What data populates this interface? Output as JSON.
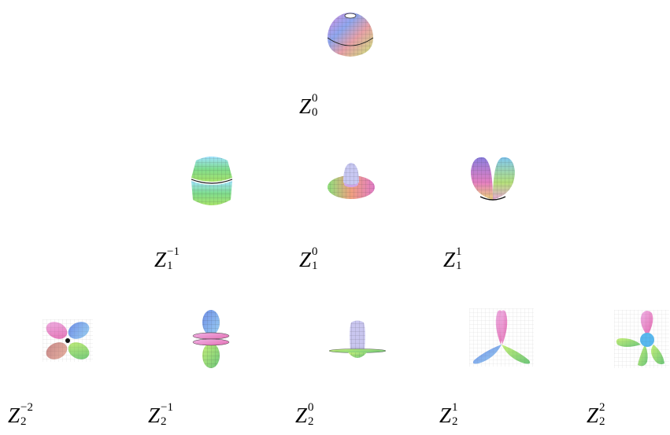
{
  "rows": [
    {
      "degree": "0",
      "items": [
        {
          "letter": "Z",
          "sup": "0",
          "sub": "0",
          "icon": "spherical-harmonic-dome-icon"
        }
      ]
    },
    {
      "degree": "1",
      "items": [
        {
          "letter": "Z",
          "sup": "−1",
          "sub": "1",
          "icon": "spherical-harmonic-split-cylinder-icon"
        },
        {
          "letter": "Z",
          "sup": "0",
          "sub": "1",
          "icon": "spherical-harmonic-disc-with-knob-icon"
        },
        {
          "letter": "Z",
          "sup": "1",
          "sub": "1",
          "icon": "spherical-harmonic-two-lobes-icon"
        }
      ]
    },
    {
      "degree": "2",
      "items": [
        {
          "letter": "Z",
          "sup": "−2",
          "sub": "2",
          "icon": "spherical-harmonic-four-lobe-clover-icon"
        },
        {
          "letter": "Z",
          "sup": "−1",
          "sub": "2",
          "icon": "spherical-harmonic-stacked-rings-icon"
        },
        {
          "letter": "Z",
          "sup": "0",
          "sub": "2",
          "icon": "spherical-harmonic-tall-lobe-disc-icon"
        },
        {
          "letter": "Z",
          "sup": "1",
          "sub": "2",
          "icon": "spherical-harmonic-three-petal-icon"
        },
        {
          "letter": "Z",
          "sup": "2",
          "sub": "2",
          "icon": "spherical-harmonic-tripod-lobes-icon"
        }
      ]
    }
  ]
}
